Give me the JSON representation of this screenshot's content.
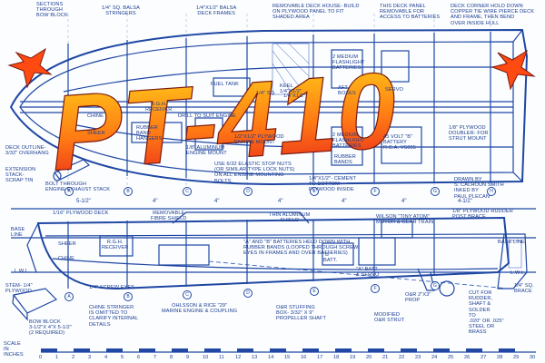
{
  "title_art": "PT-410",
  "top_view": {
    "labels": {
      "dim_sheer_top": "1/4\" SQ. BALSA\nSTRINGERS",
      "sections_bow": "SECTIONS\nTHROUGH\nBOW BLOCK",
      "balsa_deck": "1/4\"X1/2\" BALSA\nDECK FRAMES",
      "deck_house": "REMOVABLE DECK HOUSE- BUILD\nON PLYWOOD PANEL TO FIT\nSHADED AREA",
      "deck_panel": "THIS DECK PANEL\nREMOVABLE FOR\nACCESS TO BATTERIES",
      "deck_corner": "DECK CORNER HOLD DOWN\nCOPPER TIE WIRE PIERCE DECK\nAND FRAME, THEN BEND\nOVER INSIDE HULL",
      "fuel_tank": "FUEL TANK",
      "keel": "KEEL\n1/4\"X1/2\"",
      "bat_2med_a": "2 MEDIUM\nFLASHLIGHT\nBATTERIES",
      "aft_boxes": "AFT\nBOXES",
      "servo": "SERVO",
      "rgh_receiver": "R.G.H.\nRECEIVER",
      "drill_suit": "DRILL TO SUIT ENGINE",
      "chine": "CHINE",
      "rubber_band": "RUBBER\nBAND\nHANGERS",
      "sheer": "SHEER",
      "alum_mount": "1/8\" ALUMINUM\nENGINE MOUNT",
      "ply_engine": "1/2\"X1/2\" PLYWOOD\nENGINE MOUNT",
      "keel_2": "1/4\"X1/2\"",
      "bat_2med_b": "2 MEDIUM\nFLASHLIGHT\nBATTERIES",
      "rubber_bands_mid": "RUBBER\nBANDS",
      "volt_45": "45 VOLT \"B\"\nBATTERY\nR.C.A. VS055",
      "ply_doubler": "1/8\" PLYWOOD\nDOUBLER- FOR\nSTRUT MOUNT",
      "elastic_stop": "USE 6/32 ELASTIC STOP NUTS\n(OR SIMILAR TYPE LOCK NUTS)\nON ALL ENGINE MOUNTING\nBOLTS.",
      "cement_bottom": "1/4\"X1/2\"- CEMENT\nTO BOTTOM\nPLYWOOD INSIDE",
      "deck_outline": "DECK OUTLINE-\n3/32\" OVERHANG",
      "ext_stack": "EXTENSION\nSTACK-\nSCRAP TIN",
      "bolt_through": "BOLT THROUGH\nENGINE EXHAUST STACK",
      "one_quarter_sq": "1/4\" SQ.",
      "drawn_by": "DRAWN BY\nS. CALHOUN SMITH\nINKED BY\nPAUL PLECAN"
    },
    "stations": [
      "A",
      "B",
      "C",
      "D",
      "E",
      "F",
      "G",
      "H"
    ]
  },
  "side_view": {
    "labels": {
      "dim_5_half": "5-1/2\"",
      "dim_4a": "4\"",
      "dim_4b": "4\"",
      "dim_4c": "4\"",
      "dim_4d": "4\"",
      "dim_4e": "4\"",
      "dim_4half": "4-1/2\"",
      "plywood_deck": "1/16\" PLYWOOD DECK",
      "fibre_shield": "REMOVABLE\nFIBRE SHIELD",
      "alum_shield": "THIN ALUMINUM\nSHIELD",
      "motor_gear": "WILSON \"TINY ATOM\"\nMOTOR & GEAR TRAIN",
      "rudder_post": "1/8\" PLYWOOD RUDDER\nPOST BRACE",
      "base_line_l": "BASE\nLINE",
      "base_line_r": "BASE LINE",
      "sheer": "SHEER",
      "rgh_receiver": "R.G.H.\nRECEIVER",
      "ab_batteries": "\"A\" AND \"B\" BATTERIES HELD DOWN WITH\nRUBBER BANDS (LOOPED THROUGH SCREW\nEYES IN FRAMES AND OVER BATTERIES)",
      "chine": "CHINE",
      "lwl_l": "L.W.L.",
      "lwl_r": "L.W.L.",
      "stem": "STEM- 1/4\"\nPLYWOOD",
      "screw_eyes": "1/4\" SCREW EYES",
      "bat_b": "\"B\"\nBATT.",
      "bat_a": "\"A\" BATT\n& SERVO",
      "chine_stringer": "CHINE STRINGER\nIS OMITTED TO\nCLARIFY INTERNAL\nDETAILS",
      "ohlsson": "OHLSSON & RICE \"29\"\nMARINE ENGINE & COUPLING",
      "stuffing_box": "O&R STUFFING\nBOX- 3/32\" X 9\"\nPROPELLER SHAFT",
      "modified_strut": "MODIFIED\nO&R STRUT",
      "prop": "O&R 2\"X3\"\nPROP",
      "cut_rudder": "CUT FOR\nRUDDER,\nSHAFT &\nSOLDER\nTO\n.020\" OR .025\"\nSTEEL OR\nBRASS",
      "sq_brace": "1/4\" SQ.\nBRACE",
      "scale_label": "SCALE\nIN\nINCHES",
      "bow_block": "BOW BLOCK\n3-1/2\"X 4\"X 5-1/2\"\n(2 REQUIRED)"
    },
    "scale_ticks": [
      "0",
      "1",
      "2",
      "3",
      "4",
      "5",
      "6",
      "7",
      "8",
      "9",
      "10",
      "11",
      "12",
      "13",
      "14",
      "15",
      "16",
      "17",
      "18",
      "19",
      "20",
      "21",
      "22",
      "23",
      "24",
      "25",
      "26",
      "27",
      "28",
      "29",
      "30"
    ]
  },
  "colors": {
    "ink": "#1f47a3",
    "logo_yellow": "#ffd21a",
    "logo_orange": "#ff7a14",
    "logo_red": "#e8221c",
    "star_red": "#ff4a12"
  }
}
